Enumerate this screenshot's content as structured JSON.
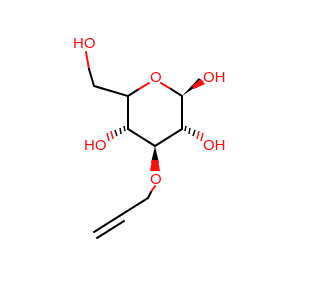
{
  "colors": {
    "bond": "#000000",
    "heteroatom": "#ff0d0d",
    "background": "#ffffff"
  },
  "atoms": {
    "ho_top": "HO",
    "ring_o": "O",
    "oh_anomeric": "OH",
    "oh_c2": "OH",
    "ho_c4": "HO",
    "o_allyl": "O"
  }
}
